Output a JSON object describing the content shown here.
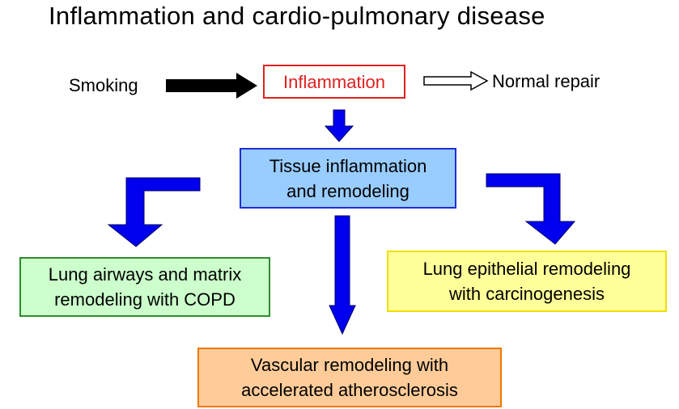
{
  "title": "Inflammation and cardio-pulmonary disease",
  "nodes": {
    "smoking": "Smoking",
    "inflammation": "Inflammation",
    "normal_repair": "Normal repair",
    "tissue": "Tissue inflammation\nand remodeling",
    "copd": "Lung airways and matrix\nremodeling with COPD",
    "vascular": "Vascular remodeling with\naccelerated atherosclerosis",
    "epithelial": "Lung epithelial remodeling\nwith carcinogenesis"
  },
  "colors": {
    "inflammation_border": "#e02020",
    "inflammation_text": "#e02020",
    "tissue_fill": "#99ccff",
    "tissue_border": "#1f2fd6",
    "copd_fill": "#ccffcc",
    "copd_border": "#2e8b2e",
    "vascular_fill": "#ffcc99",
    "vascular_border": "#f07800",
    "epithelial_fill": "#ffff99",
    "epithelial_border": "#f0e000",
    "arrow_blue": "#0000ee",
    "arrow_black": "#000000"
  }
}
